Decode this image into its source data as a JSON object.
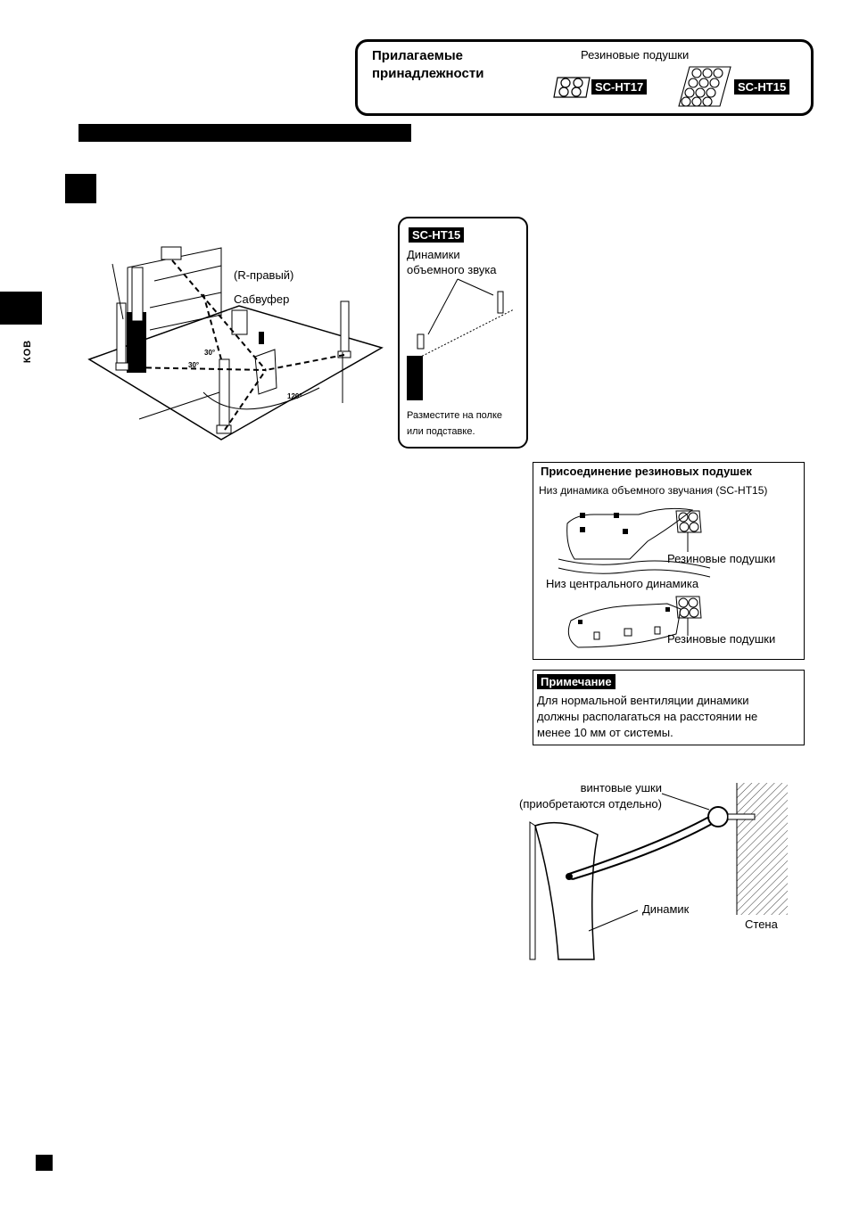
{
  "accessories": {
    "title_line1": "Прилагаемые",
    "title_line2": "принадлежности",
    "pads_label": "Резиновые подушки",
    "badge_ht17": "SC-HT17",
    "badge_ht15": "SC-HT15"
  },
  "side_tab": {
    "text": "КОВ"
  },
  "diagram1": {
    "label_r": "(R-правый)",
    "label_sub": "Сабвуфер",
    "angle1": "30°",
    "angle2": "30°",
    "angle3": "120°"
  },
  "ht15_box": {
    "badge": "SC-HT15",
    "label_line1": "Динамики",
    "label_line2": "объемного звука",
    "note_line1": "Разместите на полке",
    "note_line2": "или подставке."
  },
  "pads_box": {
    "title": "Присоединение резиновых подушек",
    "line1": "Низ динамика объемного звучания (SC-HT15)",
    "pads1": "Резиновые подушки",
    "line2": "Низ центрального динамика",
    "pads2": "Резиновые подушки"
  },
  "note_box": {
    "title": "Примечание",
    "line1": "Для нормальной вентиляции динамики",
    "line2": "должны располагаться на расстоянии не",
    "line3": "менее 10 мм от системы."
  },
  "wall_diagram": {
    "screw_line1": "винтовые ушки",
    "screw_line2": "(приобретаются отдельно)",
    "speaker": "Динамик",
    "wall": "Стена"
  }
}
